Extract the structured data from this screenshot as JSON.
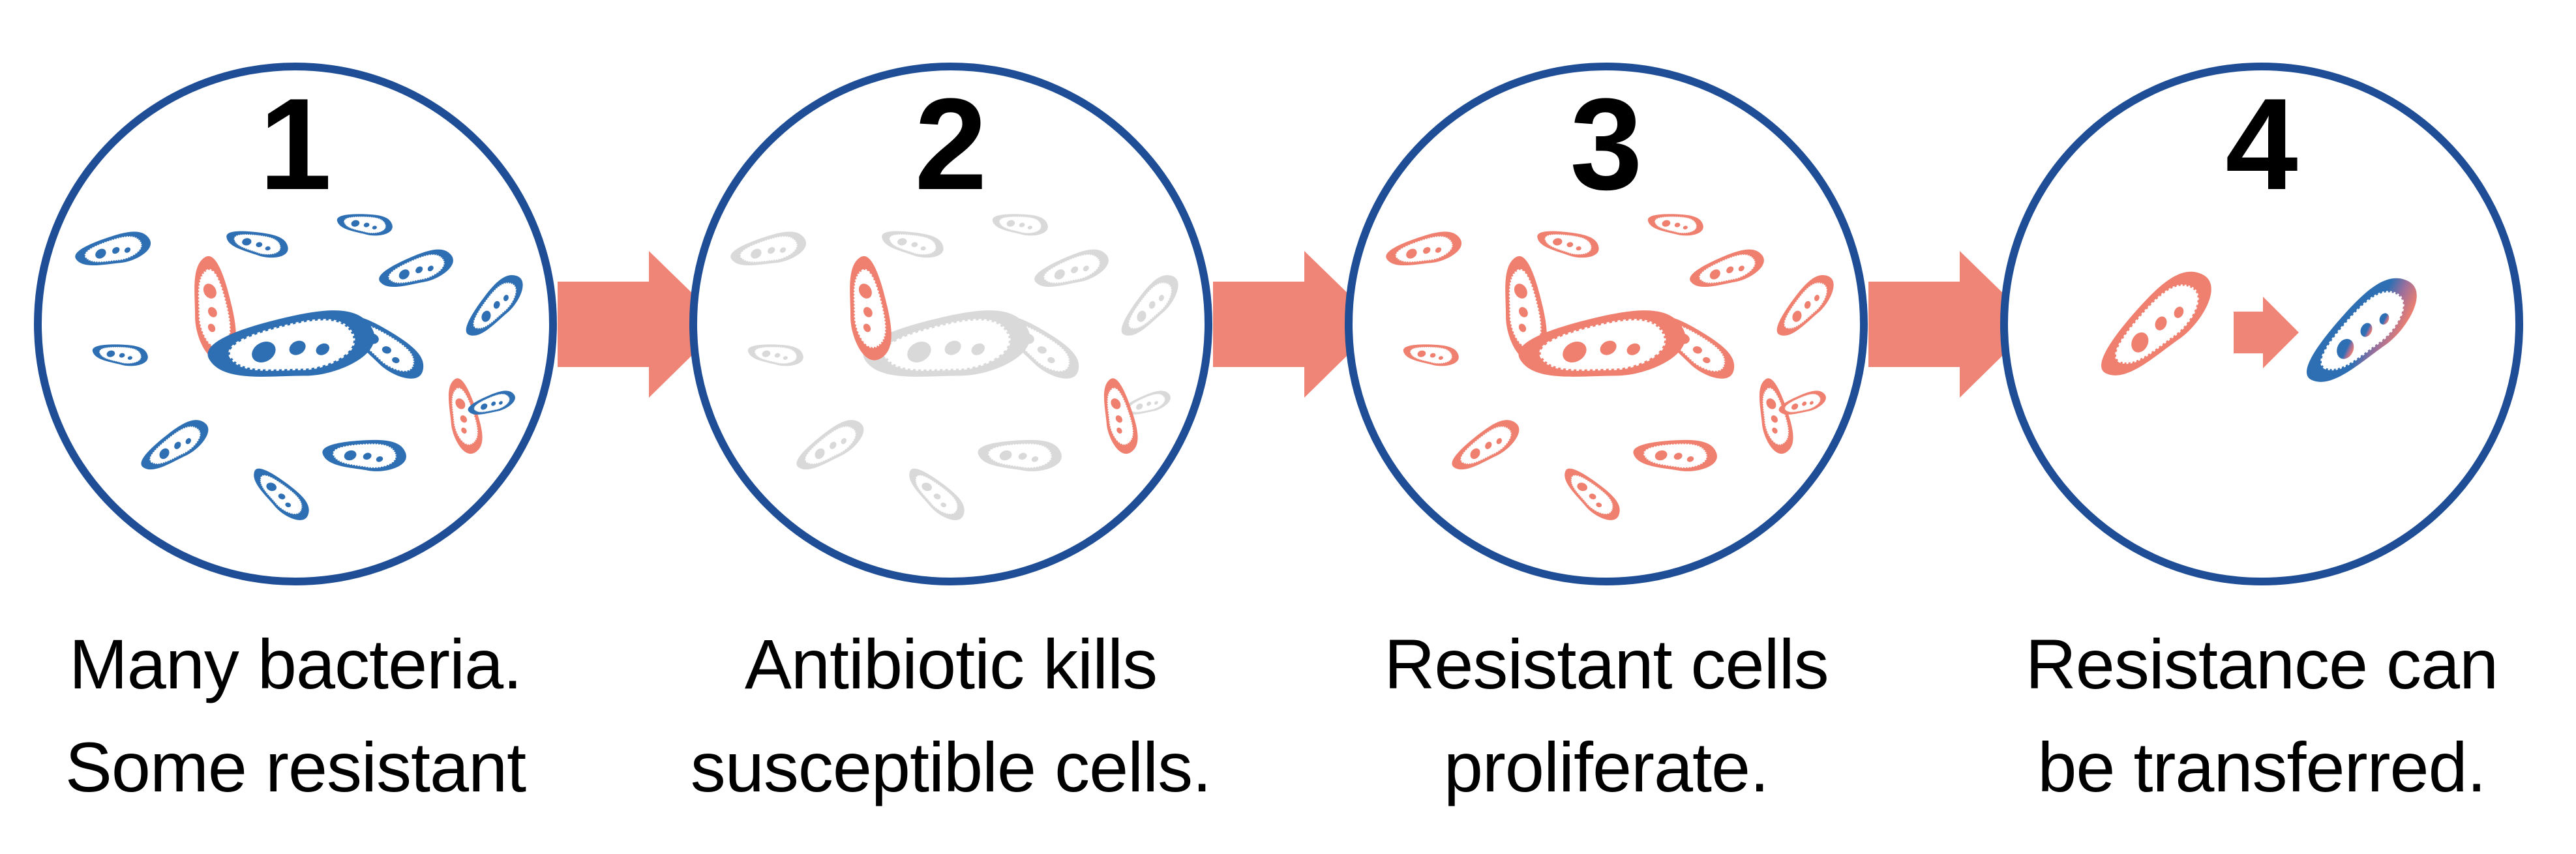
{
  "colors": {
    "ring": "#1f4e96",
    "susceptible": "#2e6fb3",
    "resistant": "#ef7f6e",
    "dead": "#d9d9d9",
    "arrow": "#ef8576",
    "text": "#000000"
  },
  "steps": [
    {
      "number": "1",
      "line1": "Many bacteria.",
      "line2": "Some resistant"
    },
    {
      "number": "2",
      "line1": "Antibiotic kills",
      "line2": "susceptible cells."
    },
    {
      "number": "3",
      "line1": "Resistant cells",
      "line2": "proliferate."
    },
    {
      "number": "4",
      "line1": "Resistance can",
      "line2": "be transferred."
    }
  ],
  "icons": {
    "susceptible_bacterium": "bacterium-susceptible-icon",
    "resistant_bacterium": "bacterium-resistant-icon",
    "dead_bacterium": "bacterium-dead-icon",
    "transfer_arrow": "arrow-right-icon"
  }
}
